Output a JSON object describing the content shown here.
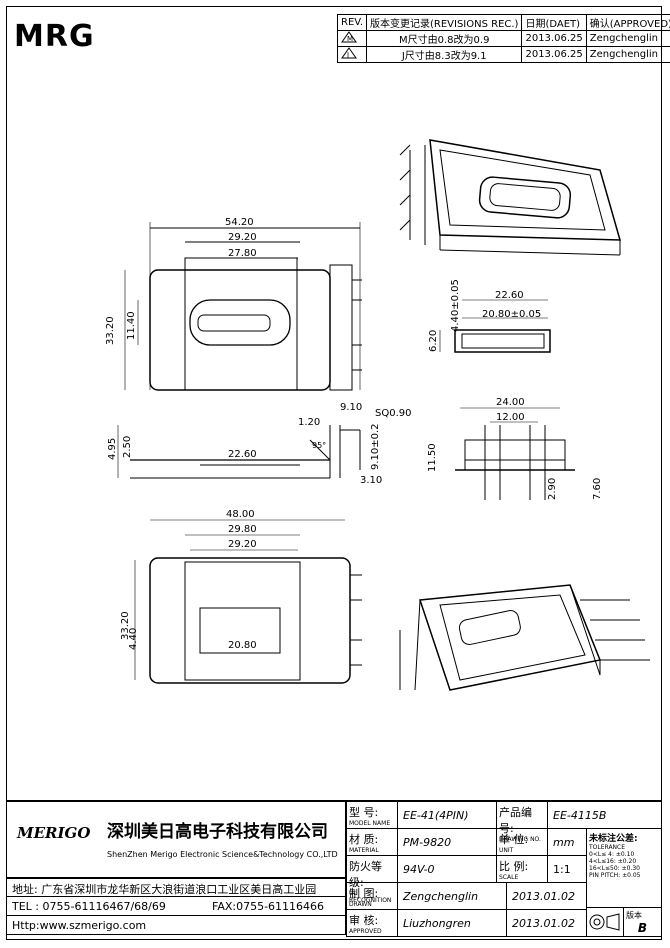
{
  "logo": "MRG",
  "revision_table": {
    "headers": {
      "rev": "REV.",
      "content": "版本变更记录(REVISIONS REC.)",
      "date": "日期(DAET)",
      "approved": "确认(APPROVED)"
    },
    "rows": [
      {
        "mark": "M",
        "content": "M尺寸由0.8改为0.9",
        "date": "2013.06.25",
        "approved": "Zengchenglin"
      },
      {
        "mark": "J",
        "content": "J尺寸由8.3改为9.1",
        "date": "2013.06.25",
        "approved": "Zengchenglin"
      }
    ]
  },
  "dimensions": {
    "top_view": {
      "B": "54.20",
      "w29": "29.20",
      "R": "27.80",
      "A": "33.20",
      "Q": "11.40"
    },
    "side_view": {
      "O": "22.60",
      "C": "20.80±0.05",
      "S": "4.40±0.05",
      "P": "6.20"
    },
    "front_view": {
      "F": "4.95",
      "G": "2.50",
      "bottom": "22.60",
      "pin_offset": "1.20",
      "w910": "9.10",
      "M": "SQ0.90",
      "J": "9.10±0.2",
      "angle": "95°",
      "I": "3.10"
    },
    "end_view": {
      "w24": "24.00",
      "K": "12.00",
      "N": "11.50",
      "H": "2.90",
      "D": "7.60"
    },
    "bottom_view": {
      "E": "48.00",
      "w2980": "29.80",
      "w2920": "29.20",
      "h3320": "33.20",
      "h440": "4.40",
      "w2080": "20.80"
    }
  },
  "title_block": {
    "company_logo": "MERIGO",
    "company_cn": "深圳美日高电子科技有限公司",
    "company_en": "ShenZhen Merigo Electronic Science&Technology CO.,LTD",
    "address": "地址: 广东省深圳市龙华新区大浪街道浪口工业区美日高工业园",
    "tel": "TEL : 0755-61116467/68/69",
    "fax": "FAX:0755-61116466",
    "http": "Http:www.szmerigo.com",
    "model_label": "型  号:",
    "model_label_en": "MODEL NAME",
    "model": "EE-41(4PIN)",
    "drawing_no_label": "产品编号:",
    "drawing_no_label_en": "DRAWING NO.",
    "drawing_no": "EE-4115B",
    "material_label": "材  质:",
    "material_label_en": "MATERIAL",
    "material": "PM-9820",
    "unit_label": "单 位:",
    "unit_label_en": "UNIT",
    "unit": "mm",
    "tolerance_label": "未标注公差:",
    "tolerance_label_en": "TOLERANCE",
    "tolerances": [
      "0<L≤ 4:  ±0.10",
      "4<L≤16:  ±0.20",
      "16<L≤50: ±0.30",
      "PIN PITCH: ±0.05"
    ],
    "ul_label": "防火等级:",
    "ul_label_en": "UL RECOGNITION",
    "ul": "94V-0",
    "scale_label": "比  例:",
    "scale_label_en": "SCALE",
    "scale": "1:1",
    "version_label": "版本",
    "version": "B",
    "drawn_label": "制  图:",
    "drawn_label_en": "DRAWN",
    "drawn": "Zengchenglin",
    "drawn_date": "2013.01.02",
    "approved_label": "审  核:",
    "approved_label_en": "APPROVED",
    "approved": "Liuzhongren",
    "approved_date": "2013.01.02"
  }
}
